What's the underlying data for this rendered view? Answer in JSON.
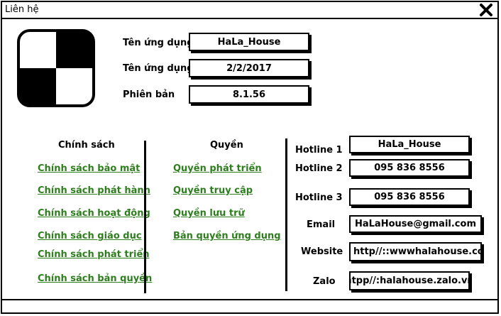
{
  "window": {
    "title": "Liên hệ"
  },
  "app_info": {
    "name_label": "Tên ứng dụng",
    "name_value": "HaLa_House",
    "date_label": "Tên ứng dụng",
    "date_value": "2/2/2017",
    "version_label": "Phiên bản",
    "version_value": "8.1.56"
  },
  "policy": {
    "heading": "Chính sách",
    "links": [
      "Chính sách bảo mật",
      "Chính sách phát hành",
      "Chính sách hoạt động",
      "Chính sách giáo dục",
      "Chính sách phát triển",
      "Chính sách bản quyền"
    ]
  },
  "rights": {
    "heading": "Quyền",
    "links": [
      "Quyền phát triển",
      "Quyền truy cập",
      "Quyền lưu trữ",
      "Bản quyền ứng dụng"
    ]
  },
  "contact": {
    "hotline1_label": "Hotline 1",
    "hotline1_value": "HaLa_House",
    "hotline2_label": "Hotline 2",
    "hotline2_value": "095 836 8556",
    "hotline3_label": "Hotline 3",
    "hotline3_value": "095 836 8556",
    "email_label": "Email",
    "email_value": "HaLaHouse@gmail.com",
    "website_label": "Website",
    "website_value": "http//::wwwhalahouse.com.vn",
    "zalo_label": "Zalo",
    "zalo_value": "htpp//:halahouse.zalo.vn"
  }
}
